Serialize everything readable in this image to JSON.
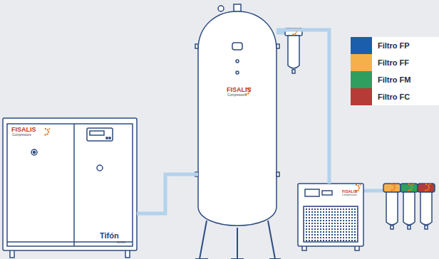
{
  "diagram": {
    "nodes": [
      {
        "text": [
          "FISALIS",
          "Compressors",
          "Tifón",
          "series"
        ]
      },
      {
        "text": [
          "FISALIS",
          "Compressors"
        ]
      },
      {
        "text": [
          "FISALIS",
          "Compressors"
        ]
      }
    ],
    "edges": [
      {
        "from": 0,
        "to": 1,
        "arrow": "none"
      },
      {
        "from": 1,
        "to": 2,
        "arrow": "none"
      }
    ],
    "legend": [
      {
        "text": "Filtro FP",
        "color": "#1b5eab"
      },
      {
        "text": "Filtro FF",
        "color": "#f6b04a"
      },
      {
        "text": "Filtro FM",
        "color": "#2f9e5f"
      },
      {
        "text": "Filtro FC",
        "color": "#b63a35"
      }
    ]
  }
}
